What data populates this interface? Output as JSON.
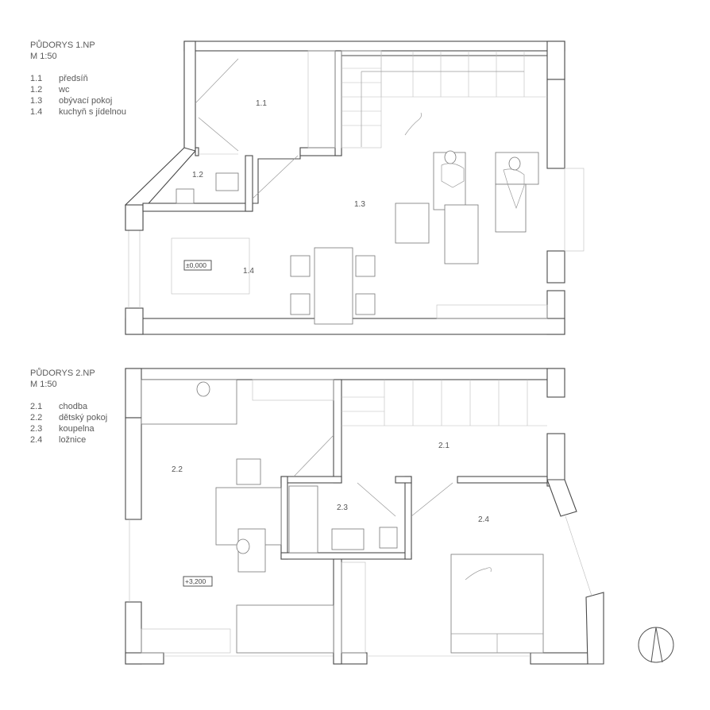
{
  "plan1": {
    "title": "PŮDORYS 1.NP",
    "scale": "M 1:50",
    "rooms": [
      {
        "num": "1.1",
        "name": "předsíň"
      },
      {
        "num": "1.2",
        "name": "wc"
      },
      {
        "num": "1.3",
        "name": "obývací pokoj"
      },
      {
        "num": "1.4",
        "name": "kuchyň s jídelnou"
      }
    ],
    "level": "±0,000"
  },
  "plan2": {
    "title": "PŮDORYS 2.NP",
    "scale": "M 1:50",
    "rooms": [
      {
        "num": "2.1",
        "name": "chodba"
      },
      {
        "num": "2.2",
        "name": "dětský pokoj"
      },
      {
        "num": "2.3",
        "name": "koupelna"
      },
      {
        "num": "2.4",
        "name": "ložnice"
      }
    ],
    "level": "+3,200"
  },
  "colors": {
    "line": "#4a4a4a",
    "text": "#5a5a5a"
  }
}
